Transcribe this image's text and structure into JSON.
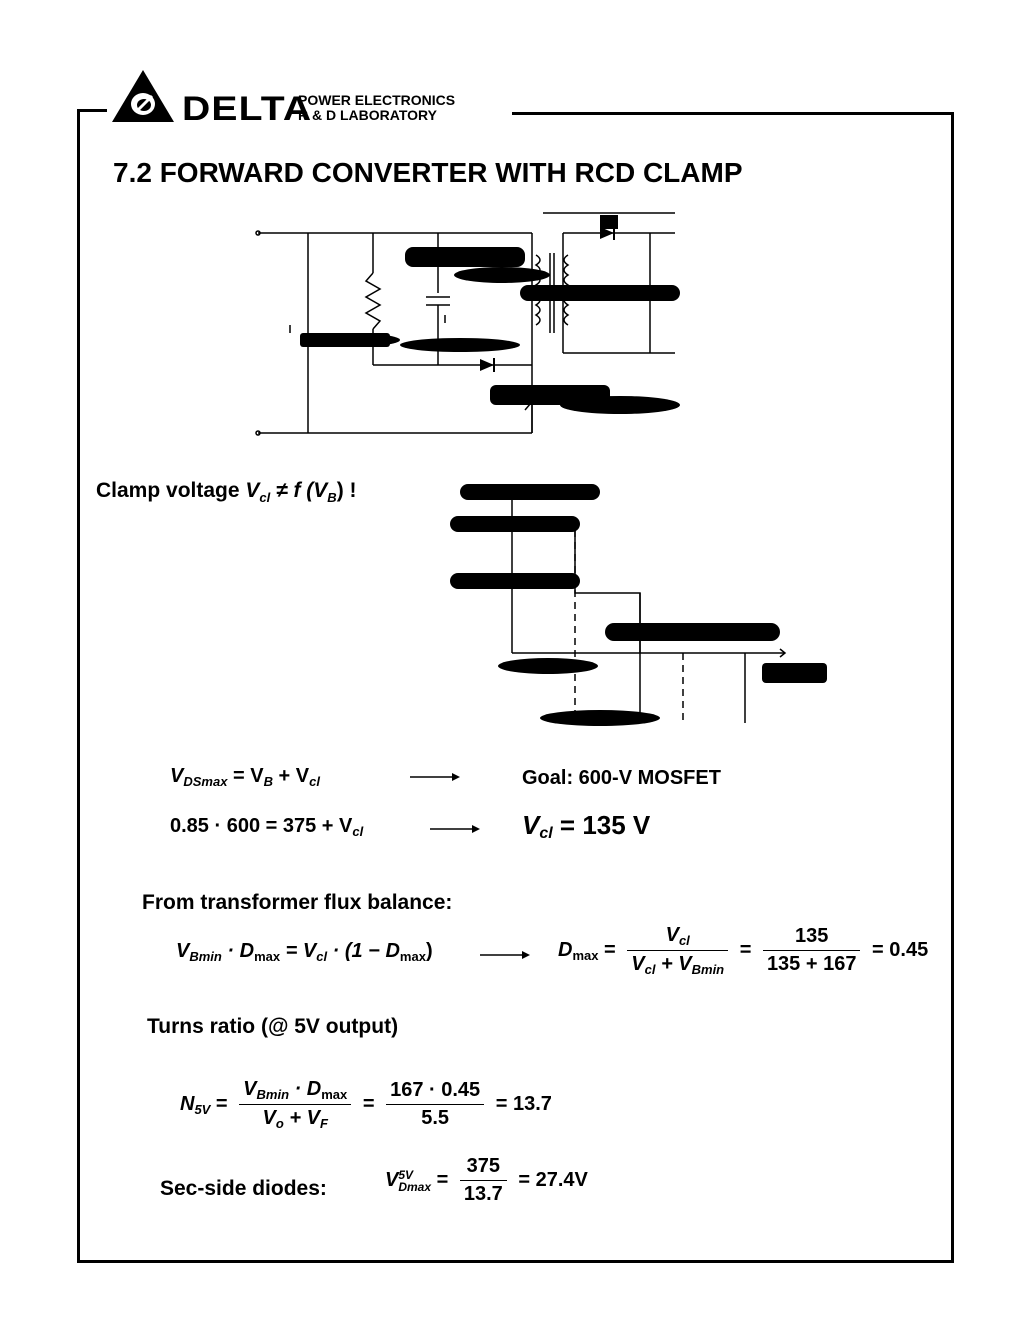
{
  "header": {
    "brand": "DELTA",
    "lab_line1": "POWER ELECTRONICS",
    "lab_line2": "R & D  LABORATORY"
  },
  "title": "7.2  FORWARD CONVERTER WITH RCD CLAMP",
  "clamp": {
    "label": "Clamp voltage",
    "v": "V",
    "v_sub": "cl",
    "neq_f": "≠ f (",
    "vb": "V",
    "vb_sub": "B",
    "close": ") !"
  },
  "equations": {
    "vds_lhs": "V",
    "vds_lhs_sub": "DSmax",
    "vds_rhs_1": "= V",
    "vds_rhs_1_sub": "B",
    "vds_rhs_2": "+ V",
    "vds_rhs_2_sub": "cl",
    "goal": "Goal:  600-V MOSFET",
    "calc": "0.85 · 600 = 375 + V",
    "calc_sub": "cl",
    "vcl_result_v": "V",
    "vcl_result_sub": "cl",
    "vcl_result_val": "= 135 V"
  },
  "flux": {
    "label": "From transformer flux balance:",
    "lhs_v": "V",
    "lhs_v_sub": "Bmin",
    "lhs_dot_d": "· D",
    "lhs_d_sub": "max",
    "lhs_eq": "= V",
    "lhs_eq_sub": "cl",
    "lhs_tail": "· (1 − D",
    "lhs_tail_sub": "max",
    "lhs_close": ")",
    "dmax_d": "D",
    "dmax_sub": "max",
    "eq1": "=",
    "frac1_num": "V",
    "frac1_num_sub": "cl",
    "frac1_den_a": "V",
    "frac1_den_a_sub": "cl",
    "frac1_den_b": "+ V",
    "frac1_den_b_sub": "Bmin",
    "eq2": "=",
    "frac2_num": "135",
    "frac2_den": "135 + 167",
    "result": "= 0.45"
  },
  "turns": {
    "label": "Turns ratio (@ 5V output)",
    "n": "N",
    "n_sub": "5V",
    "eq1": "=",
    "frac1_num_a": "V",
    "frac1_num_a_sub": "Bmin",
    "frac1_num_b": "· D",
    "frac1_num_b_sub": "max",
    "frac1_den_a": "V",
    "frac1_den_a_sub": "o",
    "frac1_den_b": "+ V",
    "frac1_den_b_sub": "F",
    "eq2": "=",
    "frac2_num": "167 · 0.45",
    "frac2_den": "5.5",
    "result": "= 13.7"
  },
  "diodes": {
    "label": "Sec-side diodes:",
    "v": "V",
    "v_sup": "5V",
    "v_sub": "Dmax",
    "eq": "=",
    "num": "375",
    "den": "13.7",
    "result": "= 27.4V"
  }
}
